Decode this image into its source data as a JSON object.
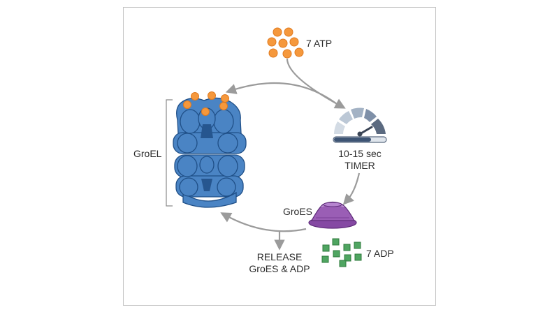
{
  "diagram": {
    "atp_label": "7 ATP",
    "groel_label": "GroEL",
    "timer_label": {
      "line1": "10-15 sec",
      "line2": "TIMER"
    },
    "groes_label": "GroES",
    "adp_label": "7 ADP",
    "release_label": {
      "line1": "RELEASE",
      "line2": "GroES & ADP"
    },
    "colors": {
      "atp": "#f5983c",
      "adp": "#4fa561",
      "groel": "#4a84c4",
      "groes": "#9a5eb5",
      "arrow": "#9b9b9b",
      "gauge_light": "#d3dbe4",
      "gauge_dark": "#5b6a80"
    },
    "icons": [
      "atp-molecule-icon",
      "adp-molecule-icon",
      "timer-gauge-icon",
      "groel-chaperonin-icon",
      "groes-cap-icon"
    ]
  }
}
